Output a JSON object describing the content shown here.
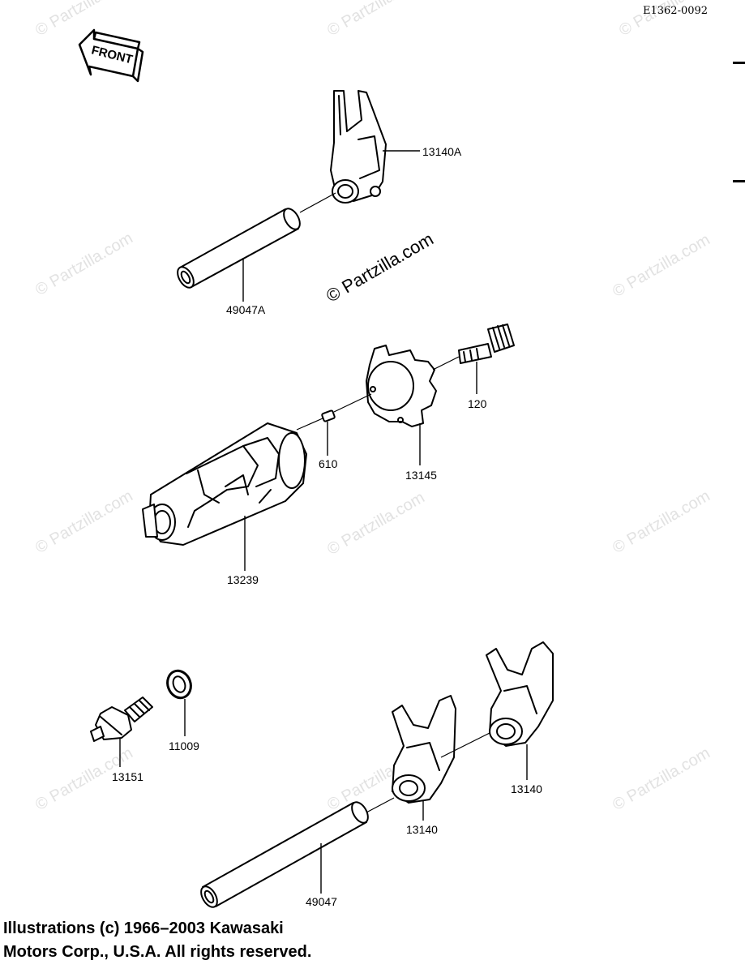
{
  "diagram": {
    "reference_code": "E1362-0092",
    "front_arrow_label": "FRONT",
    "watermark_main": "© Partzilla.com",
    "watermark_repeat": "© Partzilla.com",
    "parts": {
      "fork_13140A": "13140A",
      "rod_49047A": "49047A",
      "bolt_120": "120",
      "pin_610": "610",
      "cam_13145": "13145",
      "drum_13239": "13239",
      "switch_13151": "13151",
      "washer_11009": "11009",
      "fork_13140_right": "13140",
      "fork_13140_left": "13140",
      "rod_49047": "49047"
    },
    "copyright_line1": "Illustrations (c) 1966–2003 Kawasaki",
    "copyright_line2": "Motors Corp., U.S.A.  All rights reserved."
  }
}
